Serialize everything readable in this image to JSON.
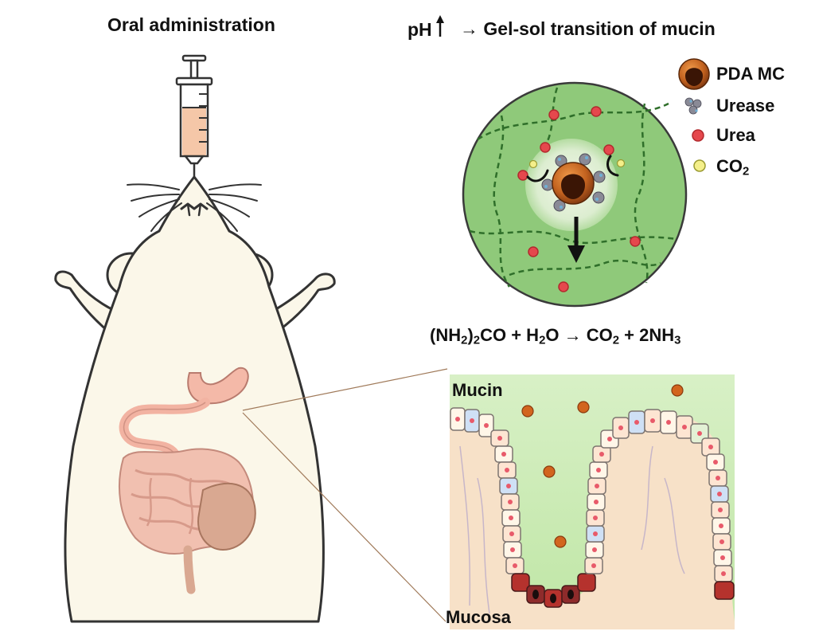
{
  "titles": {
    "oral": "Oral administration",
    "ph_prefix": "pH",
    "ph_arrow": "→",
    "ph_rest": "Gel-sol transition of mucin"
  },
  "legend": {
    "pda_mc": "PDA MC",
    "urease": "Urease",
    "urea": "Urea",
    "co2_main": "CO",
    "co2_sub": "2"
  },
  "equation": {
    "part1": "(NH",
    "sub1": "2",
    "part2": ")",
    "sub2": "2",
    "part3": "CO + H",
    "sub3": "2",
    "part4": "O → CO",
    "sub4": "2",
    "part5": " + 2NH",
    "sub5": "3"
  },
  "panel": {
    "mucin": "Mucin",
    "mucosa": "Mucosa"
  },
  "colors": {
    "gel_green": "#8fc97a",
    "mucin_green": "#c9ebb4",
    "pda_brown": "#b8561b",
    "urea_red": "#e5484d",
    "co2_yellow": "#f4ef8a",
    "mouse_body": "#fbf7e9",
    "stomach_pink": "#f4b9a8"
  },
  "icons": [
    "syringe-icon",
    "mouse-illustration",
    "pda-mc-icon",
    "urease-icon",
    "urea-icon",
    "co2-icon",
    "down-arrow-icon",
    "up-arrow-icon"
  ]
}
